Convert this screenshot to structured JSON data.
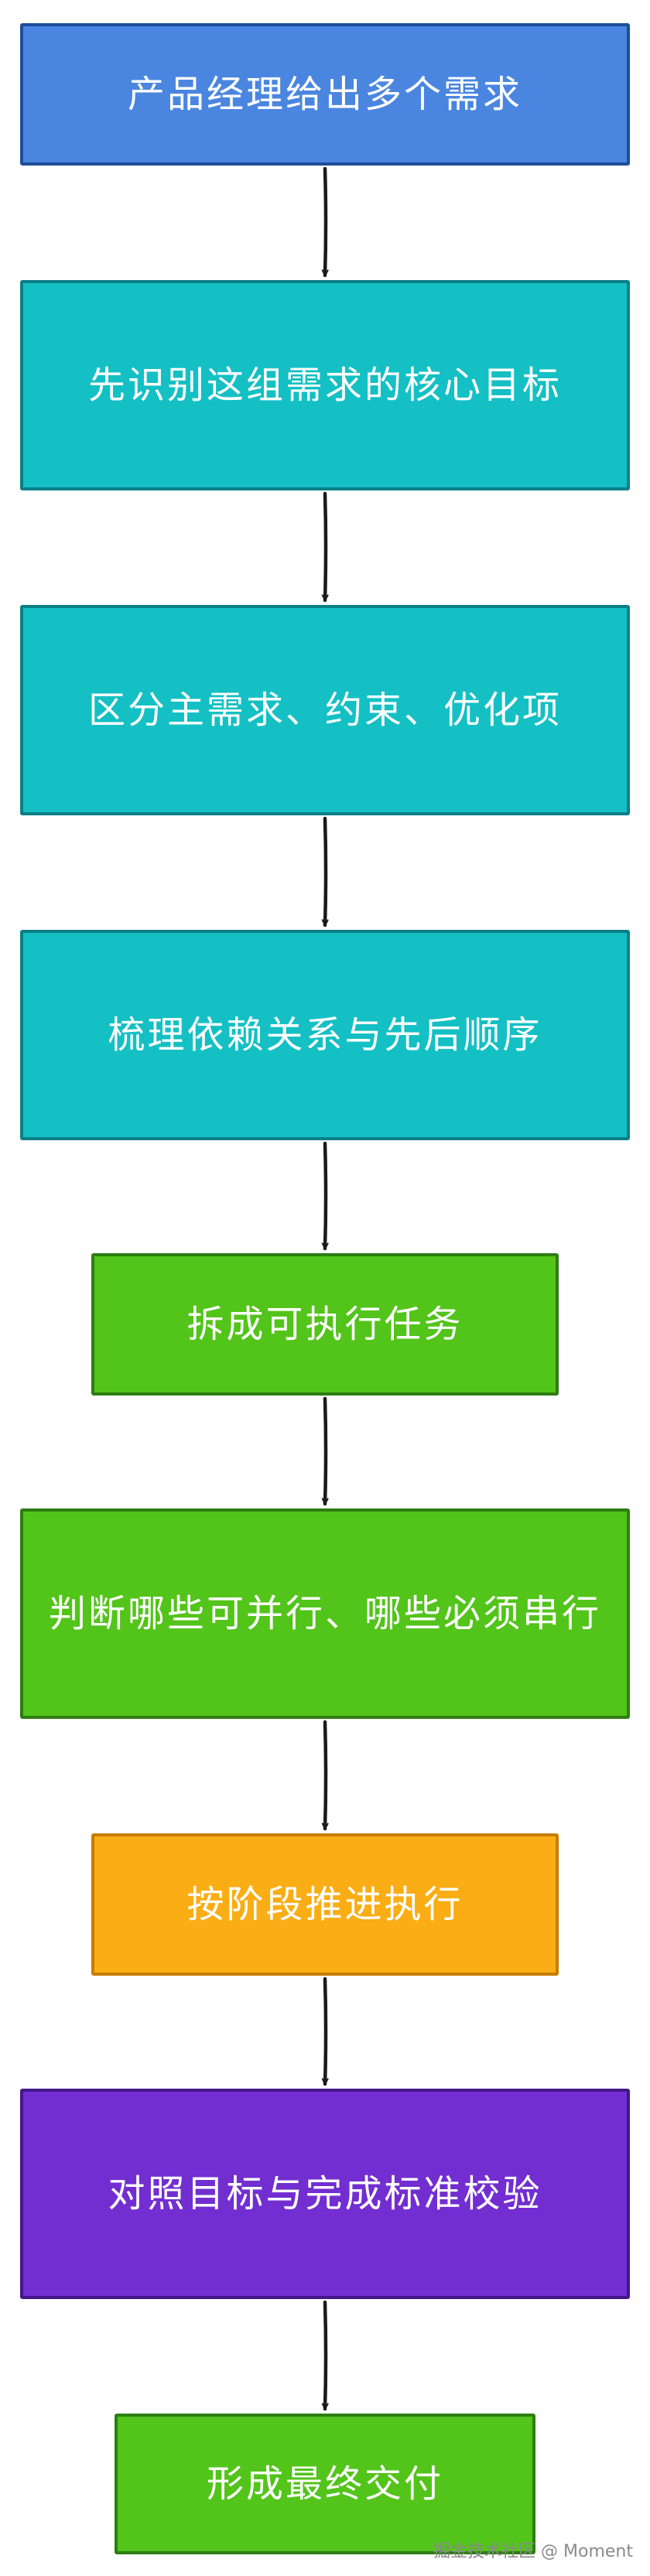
{
  "flow": {
    "steps": [
      {
        "label": "产品经理给出多个需求",
        "fill": "#4a86e0",
        "stroke": "#1e4d9a"
      },
      {
        "label": "先识别这组需求的核心目标",
        "fill": "#14c0c4",
        "stroke": "#0b7f86"
      },
      {
        "label": "区分主需求、约束、优化项",
        "fill": "#14c0c4",
        "stroke": "#0b7f86"
      },
      {
        "label": "梳理依赖关系与先后顺序",
        "fill": "#14c0c4",
        "stroke": "#0b7f86"
      },
      {
        "label": "拆成可执行任务",
        "fill": "#52c41a",
        "stroke": "#2e7d12"
      },
      {
        "label": "判断哪些可并行、哪些必须串行",
        "fill": "#52c41a",
        "stroke": "#2e7d12"
      },
      {
        "label": "按阶段推进执行",
        "fill": "#faad14",
        "stroke": "#c77d00"
      },
      {
        "label": "对照目标与完成标准校验",
        "fill": "#722ed1",
        "stroke": "#44168a"
      },
      {
        "label": "形成最终交付",
        "fill": "#52c41a",
        "stroke": "#2e7d12"
      }
    ],
    "arrow_color": "#1a1a1a"
  },
  "watermark": {
    "text": "掘金技术社区 @ Moment"
  }
}
